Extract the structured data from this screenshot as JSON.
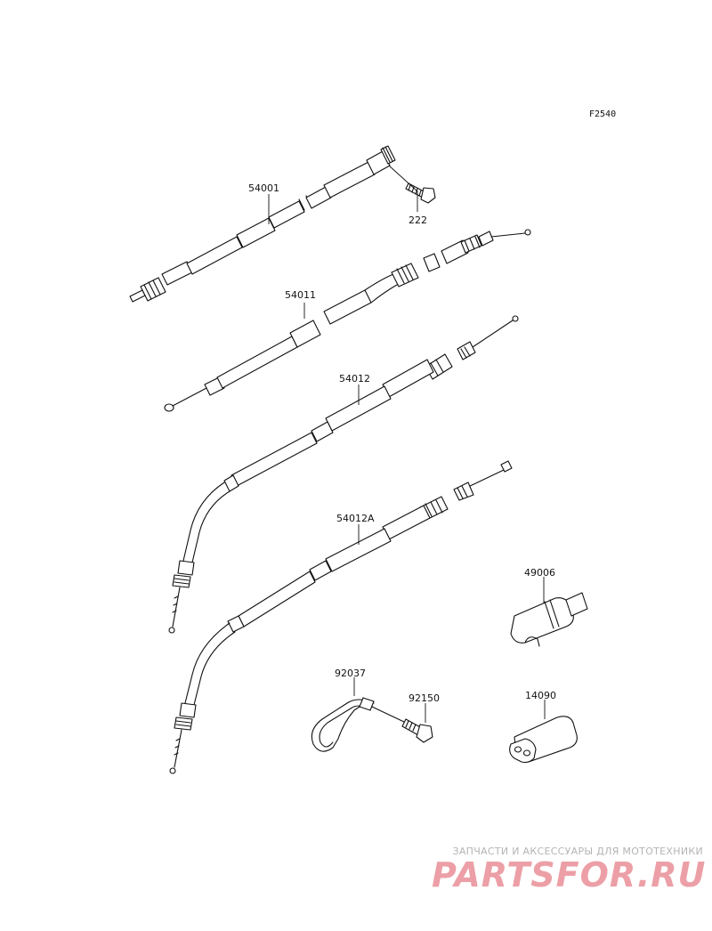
{
  "figure_code": "F2540",
  "parts": [
    {
      "id": "p54001",
      "number": "54001"
    },
    {
      "id": "p222",
      "number": "222"
    },
    {
      "id": "p54011",
      "number": "54011"
    },
    {
      "id": "p54012",
      "number": "54012"
    },
    {
      "id": "p54012A",
      "number": "54012A"
    },
    {
      "id": "p49006",
      "number": "49006"
    },
    {
      "id": "p92037",
      "number": "92037"
    },
    {
      "id": "p92150",
      "number": "92150"
    },
    {
      "id": "p14090",
      "number": "14090"
    }
  ],
  "watermark": {
    "tagline": "ЗАПЧАСТИ И АКСЕССУАРЫ ДЛЯ МОТОТЕХНИКИ",
    "logo": "PARTSFOR.RU",
    "color": "#ec9fa6"
  }
}
